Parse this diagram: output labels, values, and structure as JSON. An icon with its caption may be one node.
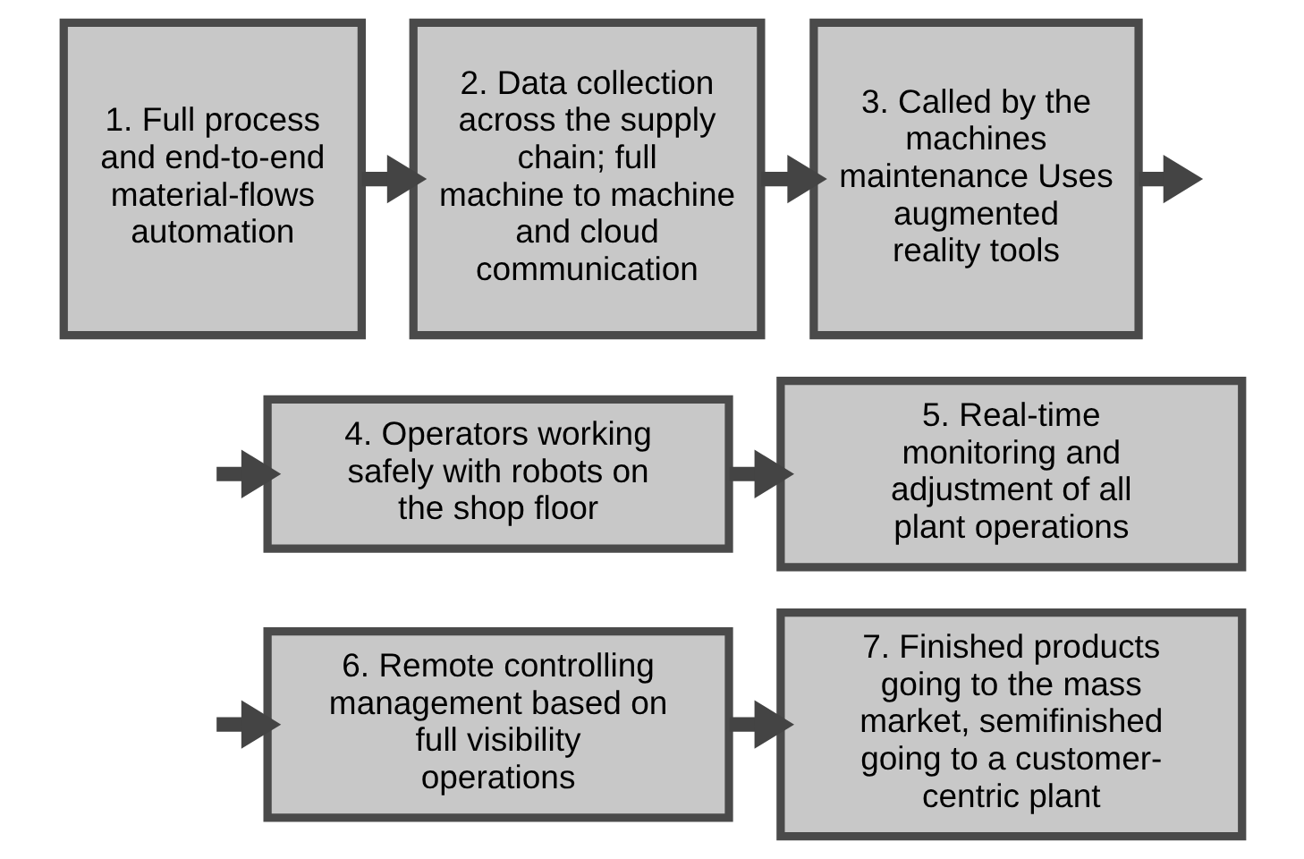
{
  "diagram": {
    "nodes": [
      {
        "text": [
          "1. Full process and end-to-end material-flows automation"
        ]
      },
      {
        "text": [
          "2. Data collection across the supply chain; full machine to machine and cloud communication"
        ]
      },
      {
        "text": [
          "3. Called by the machines maintenance Uses augmented reality tools"
        ]
      },
      {
        "text": [
          "4. Operators working safely with robots on the shop floor"
        ]
      },
      {
        "text": [
          "5. Real-time monitoring and adjustment of all plant operations"
        ]
      },
      {
        "text": [
          "6. Remote controlling management based on full visibility operations"
        ]
      },
      {
        "text": [
          "7. Finished products going to the mass market, semifinished going to a customer-centric plant"
        ]
      }
    ],
    "edges": [
      {
        "from": 0,
        "to": 1,
        "arrow": "to"
      },
      {
        "from": 1,
        "to": 2,
        "arrow": "to"
      },
      {
        "from": 2,
        "to": null,
        "arrow": "to"
      },
      {
        "from": null,
        "to": 3,
        "arrow": "to"
      },
      {
        "from": 3,
        "to": 4,
        "arrow": "to"
      },
      {
        "from": null,
        "to": 5,
        "arrow": "to"
      },
      {
        "from": 5,
        "to": 6,
        "arrow": "to"
      }
    ]
  }
}
